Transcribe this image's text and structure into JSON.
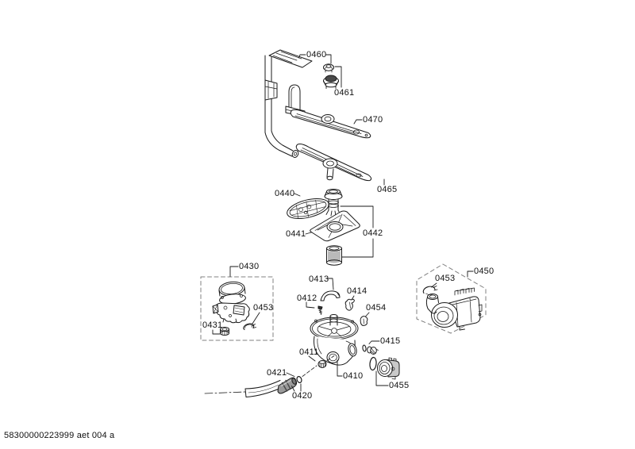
{
  "footer": {
    "doc_code": "58300000223999 aet 004 a"
  },
  "colors": {
    "line": "#1a1a1a",
    "dash_box": "#808080",
    "connector_gray": "#9a9a9a",
    "dark_cap": "#4a4a4a"
  },
  "labels": {
    "l0460": "0460",
    "l0461": "0461",
    "l0470": "0470",
    "l0465": "0465",
    "l0440": "0440",
    "l0441": "0441",
    "l0442": "0442",
    "l0430": "0430",
    "l0453a": "0453",
    "l0431": "0431",
    "l0413": "0413",
    "l0412": "0412",
    "l0414": "0414",
    "l0454": "0454",
    "l0415": "0415",
    "l0411": "0411",
    "l0410": "0410",
    "l0421": "0421",
    "l0420": "0420",
    "l0455": "0455",
    "l0450": "0450",
    "l0453b": "0453"
  }
}
